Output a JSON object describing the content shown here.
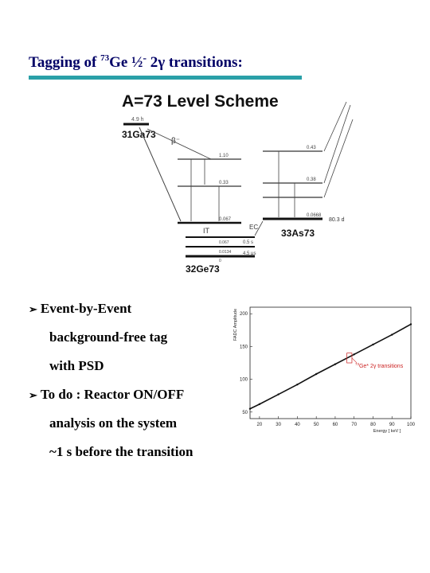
{
  "slide": {
    "title": {
      "prefix": "Tagging of",
      "mass_number": "73",
      "element": "Ge ½",
      "parity": "-",
      "suffix": "2γ transitions:"
    },
    "level_scheme": {
      "heading": "A=73 Level Scheme",
      "ga_label": "31Ga73",
      "ga_halflife": "4.9 h",
      "beta_label": "β⁻",
      "it_label": "IT",
      "ec_label": "EC",
      "as_label": "33As73",
      "as_halflife": "80.3 d",
      "ge_label": "32Ge73",
      "ge_level_halflife": "4.5 μs",
      "ge_level_halflife_2": "0.5 s",
      "ge_levels": [
        "0.067",
        "0.0134",
        "0"
      ],
      "energies_left": [
        "1.10",
        "0.33",
        "0.067"
      ],
      "energies_right": [
        "0.43",
        "0.38",
        "0.0668"
      ]
    },
    "bullets": [
      {
        "text": "Event-by-Event",
        "continuation": [
          "background-free tag",
          "with PSD"
        ]
      },
      {
        "text": "To do : Reactor ON/OFF",
        "continuation": [
          "analysis on the system",
          "~1 s before the transition"
        ]
      }
    ],
    "chart": {
      "annotation_mass": "73",
      "annotation_text": "Ge* 2γ transitions",
      "colors": {
        "title": "#000066",
        "underline": "#2aa0a8",
        "annotation": "#cc2222",
        "scheme_line": "#444444"
      }
    }
  },
  "chart_data": {
    "type": "scatter",
    "title": "",
    "xlabel": "Energy [ keV ]",
    "ylabel": "FADC Amplitude",
    "xlim": [
      15,
      100
    ],
    "ylim": [
      40,
      210
    ],
    "xticks": [
      20,
      30,
      40,
      50,
      60,
      70,
      80,
      90,
      100
    ],
    "yticks": [
      50,
      100,
      150,
      200
    ],
    "grid": false,
    "series": [
      {
        "x": [
          15,
          20,
          30,
          40,
          50,
          60,
          70,
          80,
          90,
          100
        ],
        "y": [
          55,
          62,
          77,
          92,
          108,
          123,
          138,
          153,
          168,
          184
        ]
      }
    ],
    "annotation": {
      "label": "73Ge* 2γ transitions",
      "x_range": [
        67,
        68
      ],
      "y_range": [
        125,
        140
      ]
    }
  }
}
